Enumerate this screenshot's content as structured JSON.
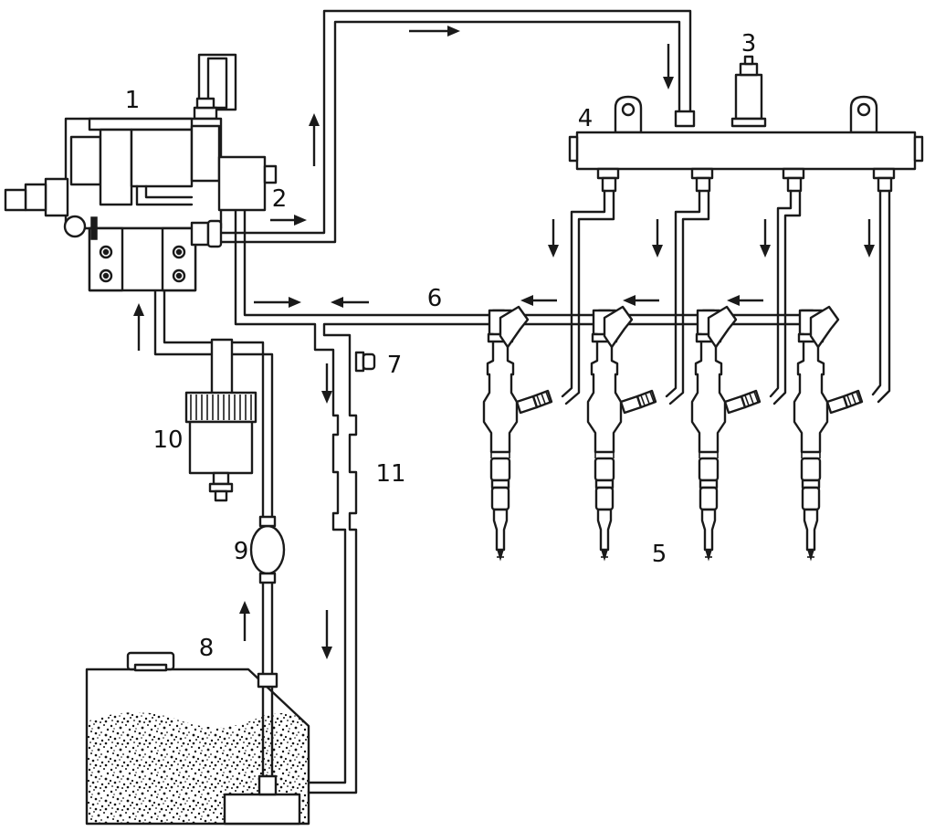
{
  "labels": {
    "pump": "1",
    "pressure_line": "2",
    "pressure_sensor": "3",
    "rail": "4",
    "injectors": "5",
    "return_line": "6",
    "valve": "7",
    "tank": "8",
    "feed_pump": "9",
    "filter": "10",
    "tank_return": "11"
  },
  "colors": {
    "line": "#1a1a1a",
    "background": "#ffffff"
  }
}
